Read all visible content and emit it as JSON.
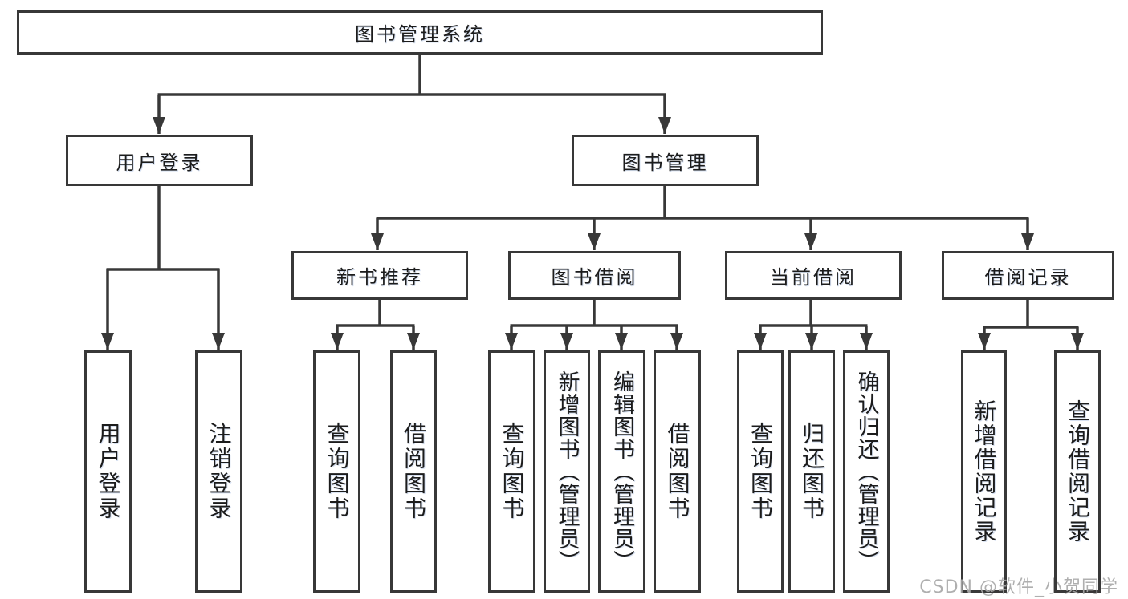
{
  "diagram": {
    "root": {
      "label": "图书管理系统"
    },
    "level2": {
      "user_login": {
        "label": "用户登录"
      },
      "book_mgmt": {
        "label": "图书管理"
      }
    },
    "level3": {
      "new_books": {
        "label": "新书推荐"
      },
      "book_borrow": {
        "label": "图书借阅"
      },
      "current_borrow": {
        "label": "当前借阅"
      },
      "borrow_records": {
        "label": "借阅记录"
      }
    },
    "leaves": {
      "user_login": "用户登录",
      "logout": "注销登录",
      "nb_query_books": "查询图书",
      "nb_borrow_books": "借阅图书",
      "bb_query_books": "查询图书",
      "bb_add_books": "新增图书（管理员）",
      "bb_edit_books": "编辑图书（管理员）",
      "bb_borrow_books": "借阅图书",
      "cb_query_books": "查询图书",
      "cb_return_books": "归还图书",
      "cb_confirm_return": "确认归还（管理员）",
      "br_add_record": "新增借阅记录",
      "br_query_record": "查询借阅记录"
    }
  },
  "watermark": "CSDN @软件_小贺同学",
  "colors": {
    "line": "#383838",
    "text": "#1c1c1c",
    "background": "#ffffff",
    "watermark": "#a8a8a8"
  }
}
